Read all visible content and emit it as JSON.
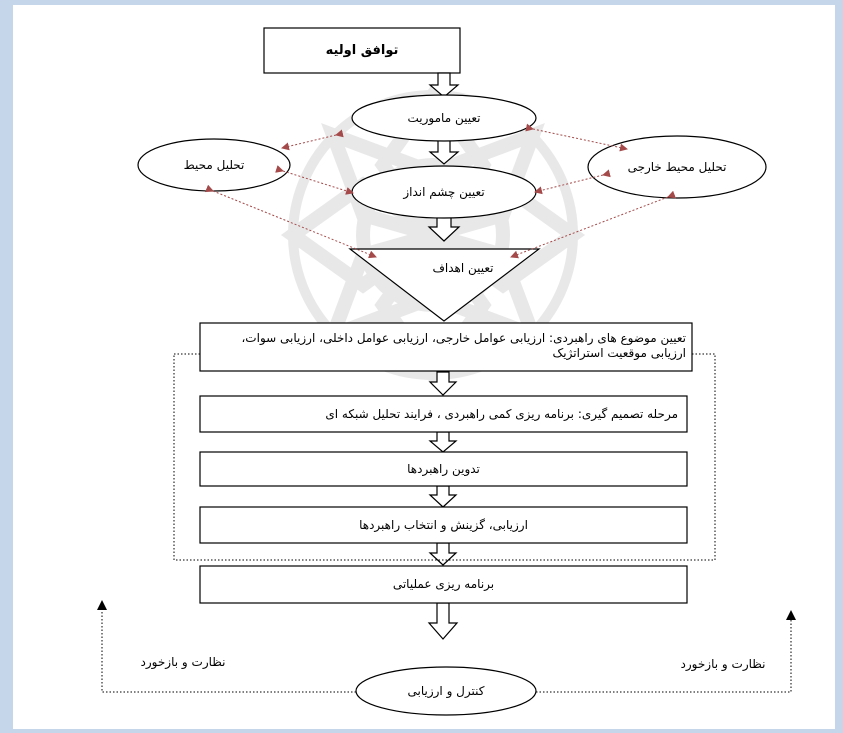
{
  "diagram": {
    "title_box": "توافق اولیه",
    "mission": "تعیین  ماموریت",
    "vision": "تعیین چشم انداز",
    "internal_env": "تحلیل محیط",
    "external_env": "تحلیل محیط خارجی",
    "goals": "تعیین اهداف",
    "step_strategic_issues": "تعیین موضوع های راهبردی: ارزیابی عوامل خارجی، ارزیابی عوامل داخلی، ارزیابی سوات، ارزیابی موقعیت استراتژیک",
    "step_decision": "مرحله تصمیم گیری: برنامه ریزی کمی راهبردی ، فرایند تحلیل شبکه ای",
    "step_formulation": "تدوین راهبردها",
    "step_selection": "ارزیابی، گزینش و انتخاب راهبردها",
    "step_operational": "برنامه ریزی عملیاتی",
    "control": "کنترل و ارزیابی",
    "feedback_left": "نظارت و بازخورد",
    "feedback_right": "نظارت و بازخورد"
  },
  "colors": {
    "background": "#c5d6ea",
    "canvas": "#ffffff",
    "dashed_arrow": "#a54a4a",
    "stroke": "#000000"
  }
}
